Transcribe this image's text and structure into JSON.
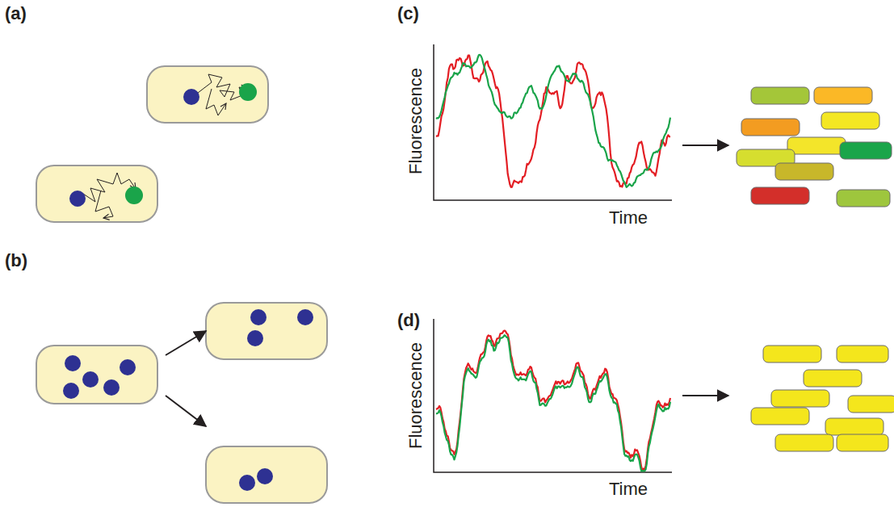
{
  "diagram": {
    "labels": [
      "(a)",
      "(c)",
      "Fluorescence",
      "Time",
      "(b)",
      "(d)",
      "Fluorescence",
      "Time"
    ]
  }
}
